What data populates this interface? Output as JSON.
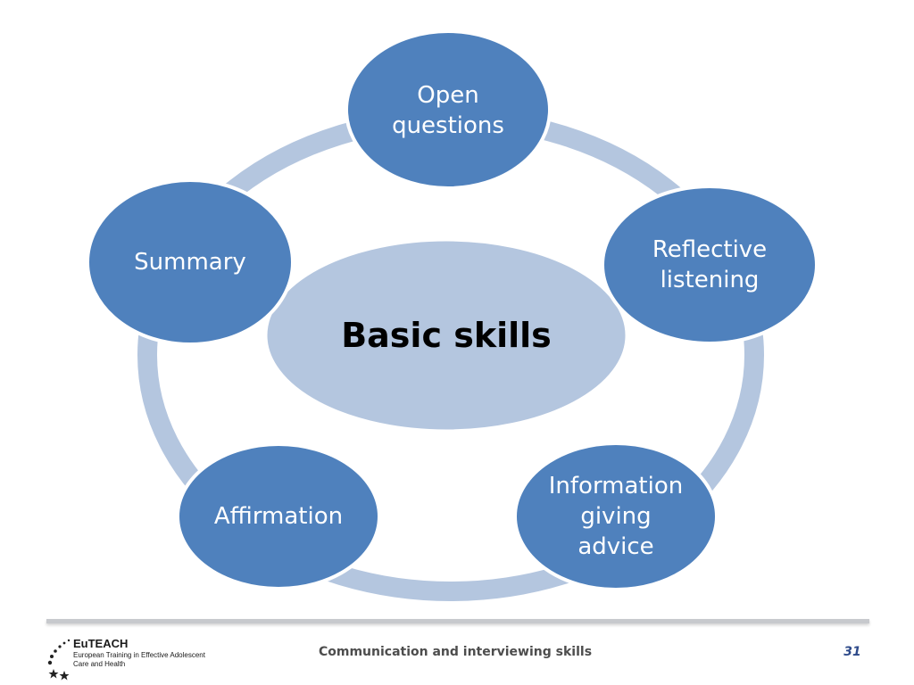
{
  "diagram": {
    "center": "Basic skills",
    "nodes": [
      {
        "id": "open-questions",
        "label": "Open\nquestions"
      },
      {
        "id": "reflective-listening",
        "label": "Reflective\nlistening"
      },
      {
        "id": "information-giving-advice",
        "label": "Information\ngiving\nadvice"
      },
      {
        "id": "affirmation",
        "label": "Affirmation"
      },
      {
        "id": "summary",
        "label": "Summary"
      }
    ],
    "colors": {
      "node_fill": "#4f81bd",
      "node_stroke": "#ffffff",
      "center_fill": "#b4c6df",
      "ring": "#b4c6df"
    }
  },
  "footer": {
    "title": "Communication and interviewing skills",
    "page_number": "31",
    "logo": {
      "name": "EuTEACH",
      "subtitle": "European Training in Effective Adolescent\nCare and Health"
    }
  }
}
